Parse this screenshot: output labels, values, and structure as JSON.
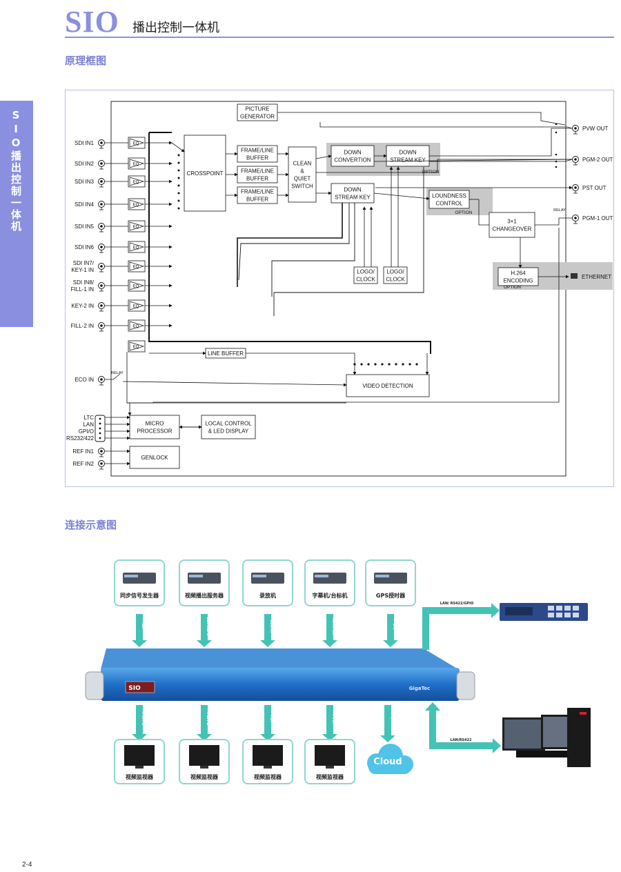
{
  "header": {
    "brand": "SIO",
    "title": "播出控制一体机"
  },
  "side_tab": {
    "text": "SIO播出控制一体机"
  },
  "sections": {
    "block_diagram_title": "原理框图",
    "connection_title": "连接示意图"
  },
  "block_diagram": {
    "inputs": [
      "SDI IN1",
      "SDI IN2",
      "SDI IN3",
      "SDI IN4",
      "SDI IN5",
      "SDI IN6",
      "SDI IN7/",
      "KEY-1 IN",
      "SDI IN8/",
      "FILL-1 IN",
      "KEY-2 IN",
      "FILL-2 IN"
    ],
    "eq_label": "EQ",
    "eco_in": "ECO IN",
    "relay": "RELAY",
    "crosspoint": "CROSSPOINT",
    "picture_generator": [
      "PICTURE",
      "GENERATOR"
    ],
    "frame_buffer": [
      "FRAME/LINE",
      "BUFFER"
    ],
    "clean_switch": [
      "CLEAN",
      "&",
      "QUIET",
      "SWITCH"
    ],
    "down_convertion": [
      "DOWN",
      "CONVERTION"
    ],
    "down_stream_key": [
      "DOWN",
      "STREAM KEY"
    ],
    "option": "OPTION",
    "loudness": [
      "LOUNDNESS",
      "CONTROL"
    ],
    "changeover": [
      "3×1",
      "CHANGEOVER"
    ],
    "h264": [
      "H.264",
      "ENCODING"
    ],
    "ethernet": "ETHERNET",
    "logo_clock": [
      "LOGO/",
      "CLOCK"
    ],
    "line_buffer": "LINE BUFFER",
    "video_detection": "VIDEO DETECTION",
    "micro_processor": [
      "MICRO",
      "PROCESSOR"
    ],
    "local_control": [
      "LOCAL CONTROL",
      "& LED DISPLAY"
    ],
    "genlock": "GENLOCK",
    "io_ports": [
      "LTC",
      "LAN",
      "GPI/O",
      "RS232/422"
    ],
    "ref_inputs": [
      "REF IN1",
      "REF IN2"
    ],
    "outputs": [
      "PVW OUT",
      "PGM-2 OUT",
      "PST OUT",
      "PGM-1 OUT"
    ]
  },
  "connection": {
    "top_devices": [
      "同步信号发生器",
      "视频播出服务器",
      "录放机",
      "字幕机/台标机",
      "GPS授时器"
    ],
    "top_signals": [
      "REF",
      "SDI IN1-6",
      "ECO IN",
      "KEY/FILL",
      "LTC"
    ],
    "device_logo": "SIO",
    "brand_logo": "GigaTec",
    "bottom_signals": [
      "PGM-1",
      "PGM-2",
      "PST",
      "PVW",
      "IP"
    ],
    "monitors": [
      "视频监视器",
      "视频监视器",
      "视频监视器",
      "视频监视器"
    ],
    "cloud": "Cloud",
    "link_top": "LAN/ RS422/GPIO",
    "link_bottom": "LAN/RS422"
  },
  "page_number": "2-4"
}
